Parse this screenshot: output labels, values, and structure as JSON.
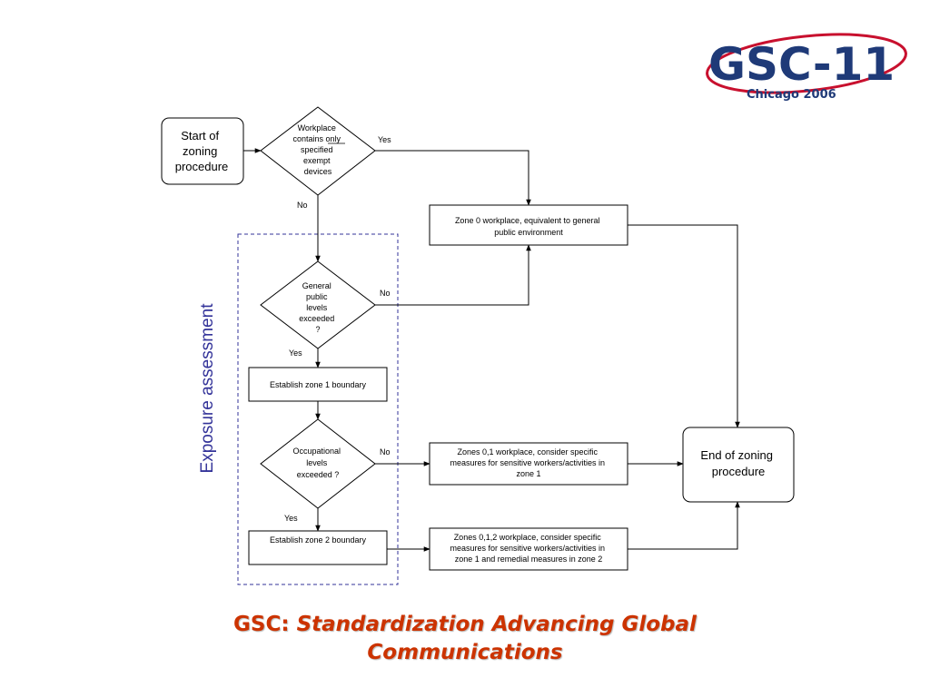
{
  "logo": {
    "name": "GSC-11",
    "sub": "Chicago 2006"
  },
  "diagram": {
    "side_label": "Exposure assessment",
    "nodes": {
      "start": [
        "Start of",
        "zoning",
        "procedure"
      ],
      "workplace_decision": [
        "Workplace",
        "contains only",
        "specified",
        "exempt",
        "devices"
      ],
      "zone0": [
        "Zone 0 workplace, equivalent to general",
        "public environment"
      ],
      "general_decision": [
        "General",
        "public",
        "levels",
        "exceeded",
        "?"
      ],
      "zone1_boundary": [
        "Establish zone 1 boundary"
      ],
      "occupational_decision": [
        "Occupational",
        "levels",
        "exceeded ?"
      ],
      "zone01": [
        "Zones 0,1 workplace, consider specific",
        "measures for sensitive workers/activities in",
        "zone 1"
      ],
      "zone2_boundary": [
        "Establish zone 2 boundary"
      ],
      "zone012": [
        "Zones 0,1,2  workplace, consider specific",
        "measures for sensitive workers/activities in",
        "zone 1 and remedial measures in zone 2"
      ],
      "end": [
        "End of zoning",
        "procedure"
      ]
    },
    "edge_labels": {
      "workplace_yes": "Yes",
      "workplace_no": "No",
      "general_no": "No",
      "general_yes": "Yes",
      "occupational_no": "No",
      "occupational_yes": "Yes"
    }
  },
  "footer": {
    "prefix": "GSC:",
    "line1": "Standardization Advancing Global",
    "line2": "Communications"
  },
  "colors": {
    "footer_red": "#cc3300",
    "side_label_blue": "#333399",
    "logo_navy": "#1f3a78",
    "logo_red": "#c8102e"
  }
}
